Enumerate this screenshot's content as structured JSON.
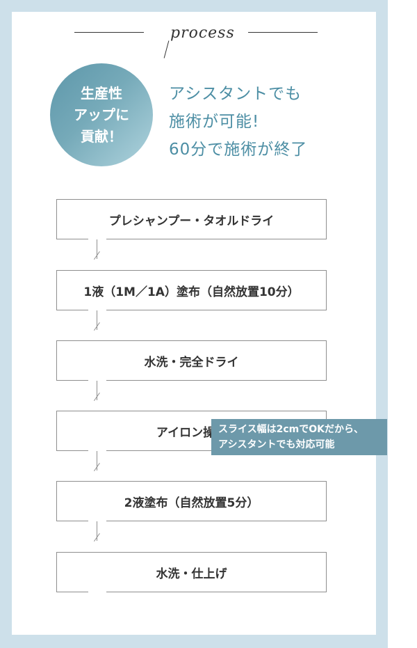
{
  "title": "process",
  "badge": {
    "lines": [
      "生産性",
      "アップに",
      "貢献！"
    ]
  },
  "headline": {
    "lines": [
      "アシスタントでも",
      "施術が可能!",
      "60分で施術が終了"
    ]
  },
  "steps": [
    "プレシャンプー・タオルドライ",
    "1液（1M／1A）塗布（自然放置10分）",
    "水洗・完全ドライ",
    "アイロン操作",
    "2液塗布（自然放置5分）",
    "水洗・仕上げ"
  ],
  "note": {
    "lines": [
      "スライス幅は2cmでOKだから、",
      "アシスタントでも対応可能"
    ]
  },
  "colors": {
    "frame": "#cde0ea",
    "accent": "#4c8ea4",
    "note_bg": "#6d99aa"
  }
}
